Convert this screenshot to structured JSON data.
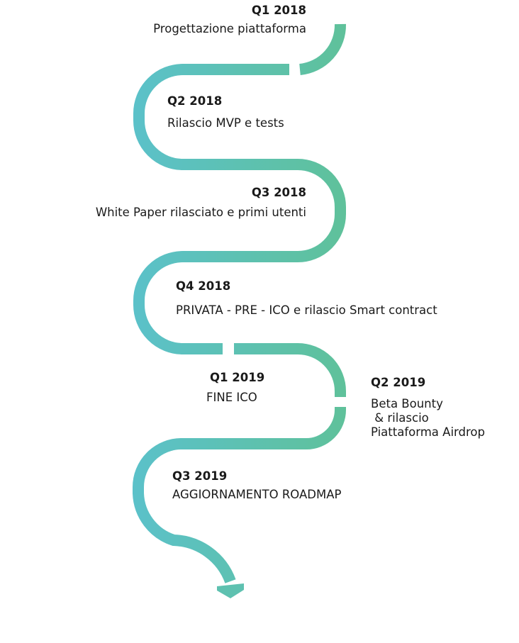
{
  "colors": {
    "start": "#5bc1c9",
    "end": "#5fc19a"
  },
  "milestones": [
    {
      "quarter": "Q1 2018",
      "description": "Progettazione piattaforma"
    },
    {
      "quarter": "Q2 2018",
      "description": "Rilascio MVP e tests"
    },
    {
      "quarter": "Q3 2018",
      "description": "White Paper rilasciato e primi utenti"
    },
    {
      "quarter": "Q4 2018",
      "description": "PRIVATA - PRE - ICO e rilascio Smart contract"
    },
    {
      "quarter": "Q1 2019",
      "description": "FINE ICO"
    },
    {
      "quarter": "Q2 2019",
      "description_lines": [
        "Beta Bounty",
        " & rilascio",
        "Piattaforma Airdrop"
      ]
    },
    {
      "quarter": "Q3 2019",
      "description": "AGGIORNAMENTO ROADMAP"
    }
  ]
}
